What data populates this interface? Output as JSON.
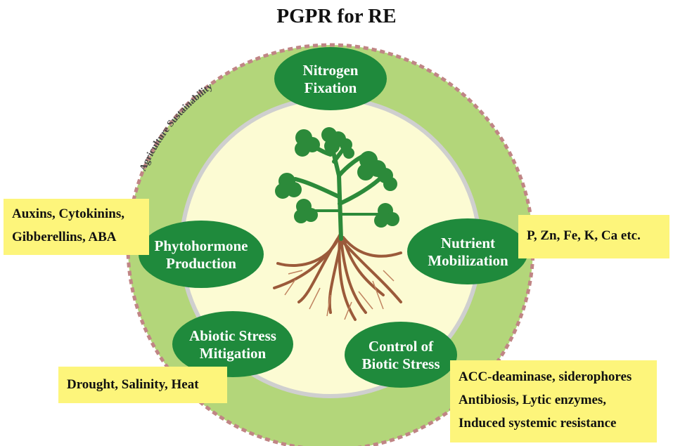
{
  "title": "PGPR for RE",
  "ring_label": "Agriculture Sustainability",
  "colors": {
    "outer_ring": "#b3d67a",
    "dashed_border": "#c08585",
    "inner_circle": "#fcfbd3",
    "inner_border": "#cfcfcf",
    "oval": "#1f8a3c",
    "note_box": "#fdf57b",
    "trunk": "#2c8a3a",
    "root": "#9b5a3a"
  },
  "functions": {
    "nitrogen": {
      "line1": "Nitrogen",
      "line2": "Fixation"
    },
    "phytohormone": {
      "line1": "Phytohormone",
      "line2": "Production"
    },
    "nutrient": {
      "line1": "Nutrient",
      "line2": "Mobilization"
    },
    "abiotic": {
      "line1": "Abiotic Stress",
      "line2": "Mitigation"
    },
    "biotic": {
      "line1": "Control of",
      "line2": "Biotic Stress"
    }
  },
  "notes": {
    "hormones": [
      "Auxins, Cytokinins,",
      "Gibberellins, ABA"
    ],
    "nutrients": [
      "P, Zn, Fe, K, Ca etc."
    ],
    "abiotic": [
      "Drought, Salinity, Heat"
    ],
    "biotic": [
      "ACC-deaminase, siderophores",
      "Antibiosis, Lytic enzymes,",
      "Induced systemic resistance"
    ]
  }
}
